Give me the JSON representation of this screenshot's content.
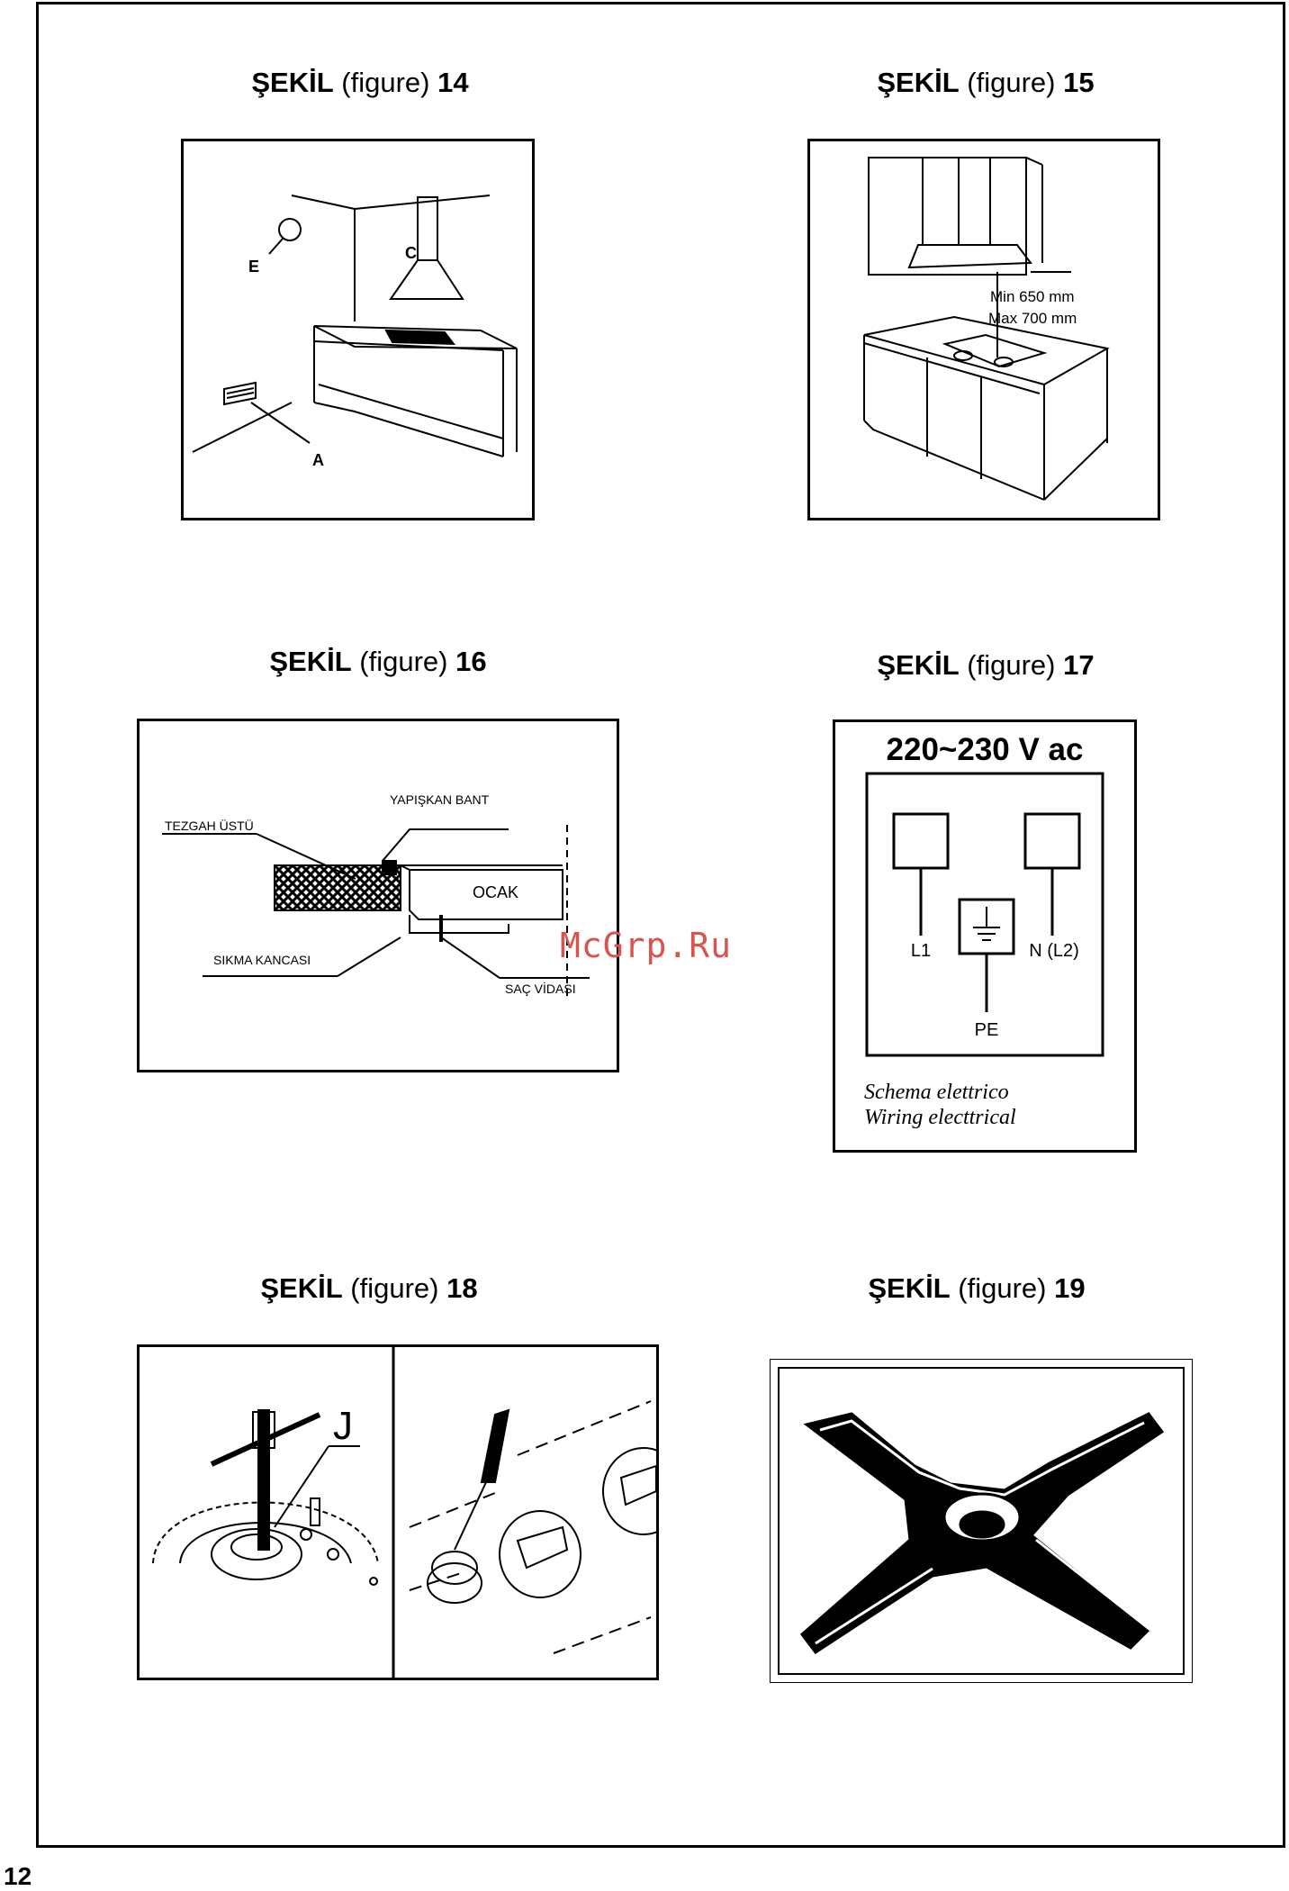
{
  "page": {
    "number": "12",
    "watermark": "McGrp.Ru"
  },
  "figures": [
    {
      "id": "fig14",
      "word": "ŞEKİL",
      "paren": "(figure)",
      "num": "14",
      "labels": {
        "e": "E",
        "c": "C",
        "a": "A"
      }
    },
    {
      "id": "fig15",
      "word": "ŞEKİL",
      "paren": "(figure)",
      "num": "15",
      "labels": {
        "min": "Min 650 mm",
        "max": "Max 700 mm"
      }
    },
    {
      "id": "fig16",
      "word": "ŞEKİL",
      "paren": "(figure)",
      "num": "16",
      "labels": {
        "tape": "YAPIŞKAN BANT",
        "counter": "TEZGAH ÜSTÜ",
        "hob": "OCAK",
        "clamp": "SIKMA KANCASI",
        "screw": "SAÇ VİDASI"
      }
    },
    {
      "id": "fig17",
      "word": "ŞEKİL",
      "paren": "(figure)",
      "num": "17",
      "labels": {
        "voltage": "220~230 V ac",
        "l1": "L1",
        "n": "N (L2)",
        "pe": "PE",
        "it": "Schema elettrico",
        "en": "Wiring electtrical"
      }
    },
    {
      "id": "fig18",
      "word": "ŞEKİL",
      "paren": "(figure)",
      "num": "18",
      "labels": {
        "j": "J"
      }
    },
    {
      "id": "fig19",
      "word": "ŞEKİL",
      "paren": "(figure)",
      "num": "19",
      "labels": {}
    }
  ]
}
